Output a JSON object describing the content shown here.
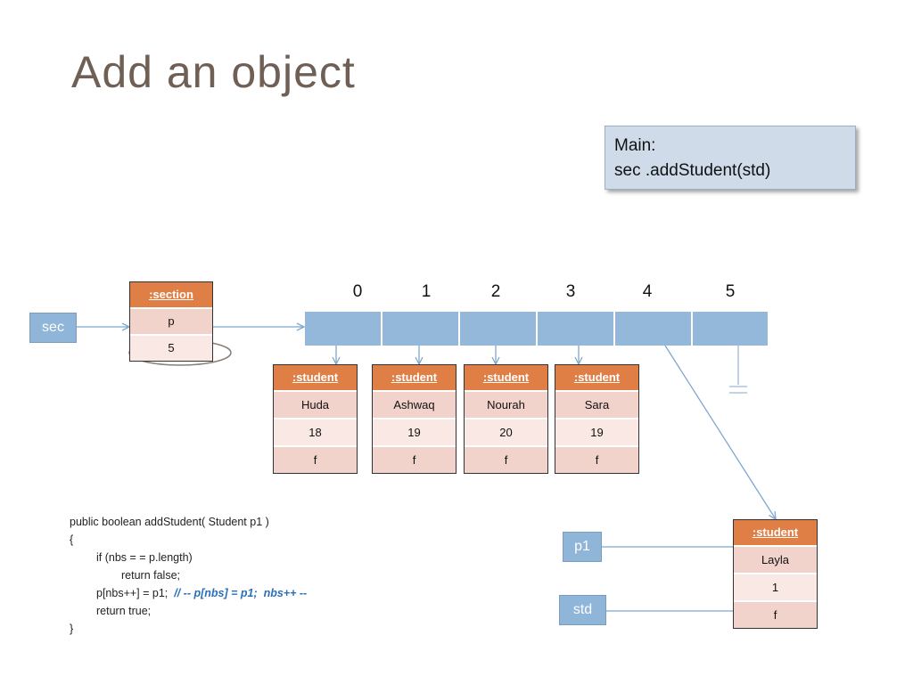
{
  "title": "Add an object",
  "main_box": {
    "line1": "Main:",
    "line2": "sec .addStudent(std)"
  },
  "labels": {
    "sec": "sec",
    "p1": "p1",
    "std": "std"
  },
  "section": {
    "header": ":section",
    "field_p": "p",
    "field_nbs": "5"
  },
  "array": {
    "indices": [
      "0",
      "1",
      "2",
      "3",
      "4",
      "5"
    ]
  },
  "students": [
    {
      "header": ":student",
      "name": "Huda",
      "age": "18",
      "gender": "f"
    },
    {
      "header": ":student",
      "name": "Ashwaq",
      "age": "19",
      "gender": "f"
    },
    {
      "header": ":student",
      "name": "Nourah",
      "age": "20",
      "gender": "f"
    },
    {
      "header": ":student",
      "name": "Sara",
      "age": "19",
      "gender": "f"
    }
  ],
  "new_student": {
    "header": ":student",
    "name": "Layla",
    "age": "1",
    "gender": "f"
  },
  "code": {
    "line1": "public boolean addStudent( Student p1 )",
    "line2": "{",
    "line3": "if (nbs = = p.length)",
    "line4": "return false;",
    "line5": "p[nbs++] = p1;",
    "line5_comment": "// -- p[nbs] = p1;  nbs++ --",
    "line6": "return true;",
    "line7": "}"
  },
  "colors": {
    "title": "#6f5f54",
    "header_orange": "#df7f45",
    "row_pink": "#f2d3cb",
    "array_blue": "#93b8d9",
    "arrow_blue": "#7fa7cf"
  }
}
